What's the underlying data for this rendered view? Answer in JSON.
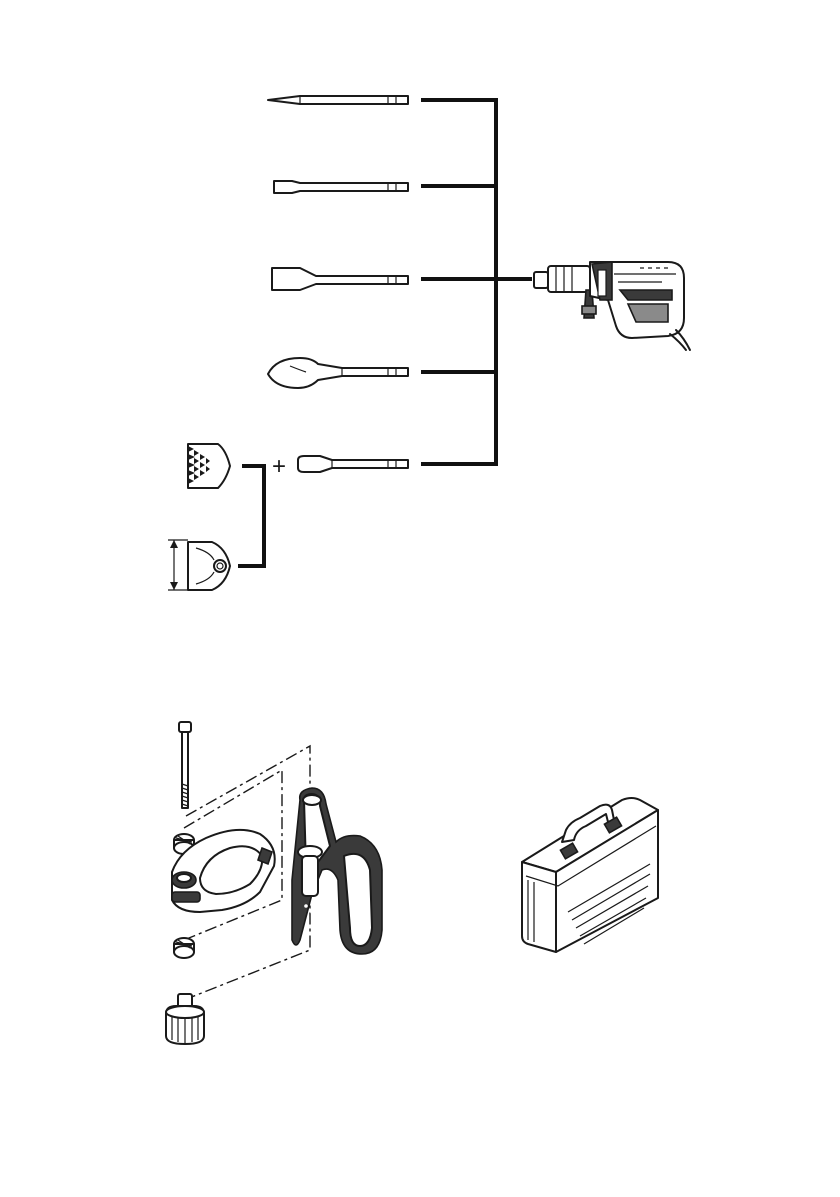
{
  "figure": {
    "accessories": [
      {
        "id": "bull-point-chisel",
        "icon": "bull-point-chisel-icon"
      },
      {
        "id": "flat-chisel",
        "icon": "flat-chisel-icon"
      },
      {
        "id": "wide-chisel",
        "icon": "wide-chisel-icon"
      },
      {
        "id": "spade-chisel",
        "icon": "spade-chisel-icon"
      },
      {
        "id": "tamper-shank",
        "icon": "tamper-shank-icon"
      }
    ],
    "tamper_heads": [
      {
        "id": "bushing-tool-head",
        "icon": "bushing-head-icon"
      },
      {
        "id": "tamping-plate",
        "icon": "tamping-plate-icon"
      }
    ],
    "plus_symbol": "+",
    "tool": {
      "icon": "demolition-hammer-icon"
    },
    "side_handle_parts": [
      "bolt-icon",
      "washer-icon",
      "clamp-ring-icon",
      "handle-grip-icon",
      "knob-nut-icon"
    ],
    "case": {
      "icon": "carrying-case-icon"
    },
    "colors": {
      "ink": "#1a1a1a",
      "bus": "#111111",
      "grey": "#8a8a8a",
      "dark": "#3a3a3a"
    }
  }
}
